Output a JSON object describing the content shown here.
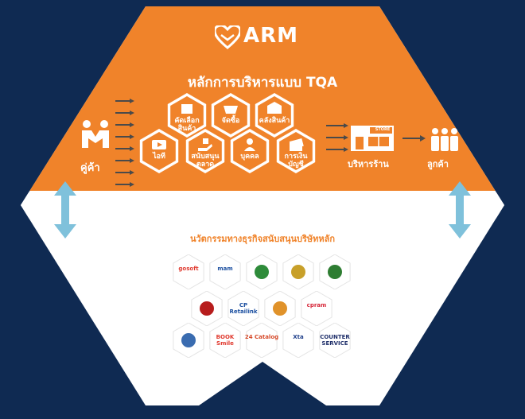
{
  "brand": {
    "logo_text": "ARM",
    "colors": {
      "orange": "#f0832a",
      "navy": "#0f2a52",
      "arrow_blue": "#7fc1db",
      "arrow_dark": "#4a4a4a"
    }
  },
  "title": "หลักการบริหารแบบ TQA",
  "left_label": "คู่ค้า",
  "hex_items": [
    {
      "icon": "box-icon",
      "label1": "คัดเลือก",
      "label2": "สินค้า"
    },
    {
      "icon": "basket-icon",
      "label1": "จัดซื้อ",
      "label2": ""
    },
    {
      "icon": "warehouse-icon",
      "label1": "คลังสินค้า",
      "label2": ""
    },
    {
      "icon": "video-icon",
      "label1": "ไอที",
      "label2": ""
    },
    {
      "icon": "hand-support-icon",
      "label1": "สนับสนุน",
      "label2": "ตลาด"
    },
    {
      "icon": "person-icon",
      "label1": "บุคคล",
      "label2": ""
    },
    {
      "icon": "money-icon",
      "label1": "การเงิน",
      "label2": "บัญชี"
    }
  ],
  "store": {
    "sign": "STORE",
    "label": "บริหารร้าน"
  },
  "customer_label": "ลูกค้า",
  "innovation_title": "นวัตกรรมทางธุรกิจสนับสนุนบริษัทหลัก",
  "partners": [
    {
      "name": "gosoft",
      "text": "gosoft",
      "color": "#e03a2f"
    },
    {
      "name": "mam",
      "text": "mam",
      "color": "#1b4fa0"
    },
    {
      "name": "seal-green",
      "text": "",
      "color": "#2e8b3a"
    },
    {
      "name": "panyapiwat",
      "text": "",
      "color": "#c8a02a"
    },
    {
      "name": "green-crest",
      "text": "",
      "color": "#2e7d32"
    },
    {
      "name": "dark-red",
      "text": "",
      "color": "#b71c1c"
    },
    {
      "name": "cp-retailink",
      "text": "CP Retailink",
      "color": "#1b4fa0"
    },
    {
      "name": "bakery",
      "text": "",
      "color": "#e0922a"
    },
    {
      "name": "cpram",
      "text": "cpram",
      "color": "#d6283a"
    },
    {
      "name": "blue-emblem",
      "text": "",
      "color": "#3a6cb0"
    },
    {
      "name": "book-smile",
      "text": "BOOK Smile",
      "color": "#e03a2f"
    },
    {
      "name": "catalog",
      "text": "24 Catalog",
      "color": "#d64a2a"
    },
    {
      "name": "xta",
      "text": "Xta",
      "color": "#1f3f8a"
    },
    {
      "name": "counter-service",
      "text": "COUNTER SERVICE",
      "color": "#1f2f6a"
    }
  ]
}
